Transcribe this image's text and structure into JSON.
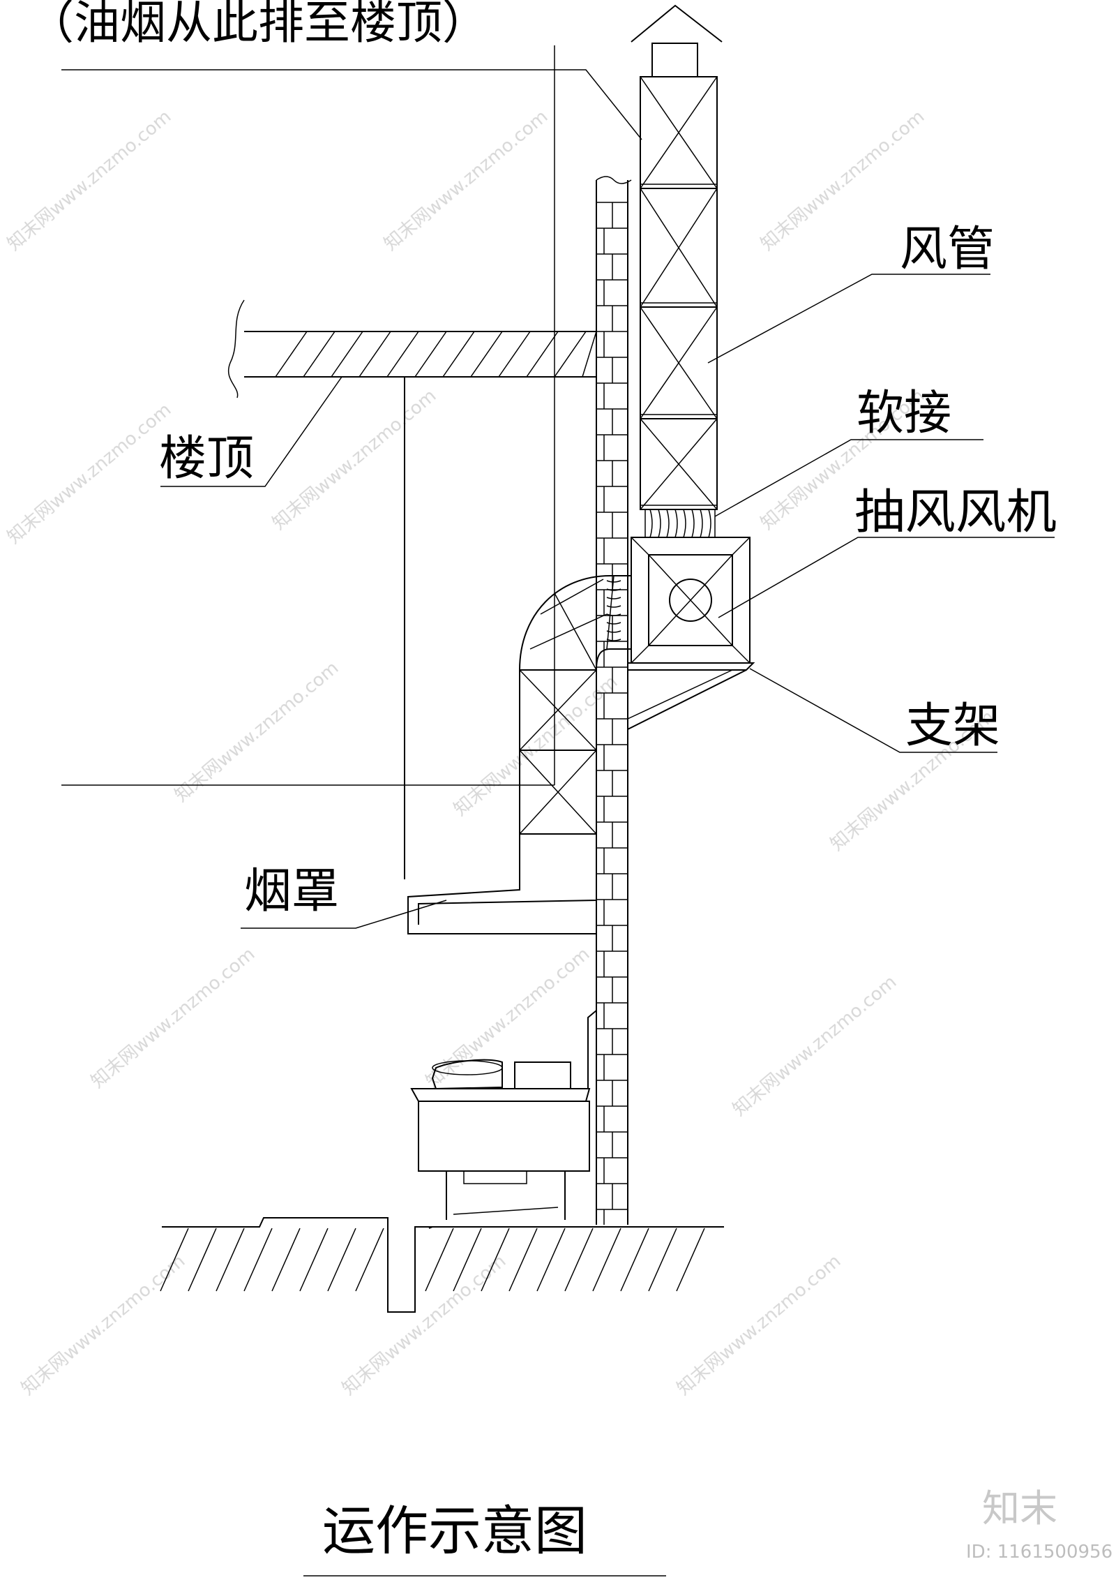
{
  "labels": {
    "top_note": "（油烟从此排至楼顶）",
    "duct": "风管",
    "flex_joint": "软接",
    "exhaust_fan": "抽风风机",
    "roof": "楼顶",
    "bracket": "支架",
    "hood": "烟罩",
    "title": "运作示意图"
  },
  "watermark": {
    "text": "知末网www.znzmo.com",
    "brand": "知末",
    "id": "ID: 1161500956"
  }
}
